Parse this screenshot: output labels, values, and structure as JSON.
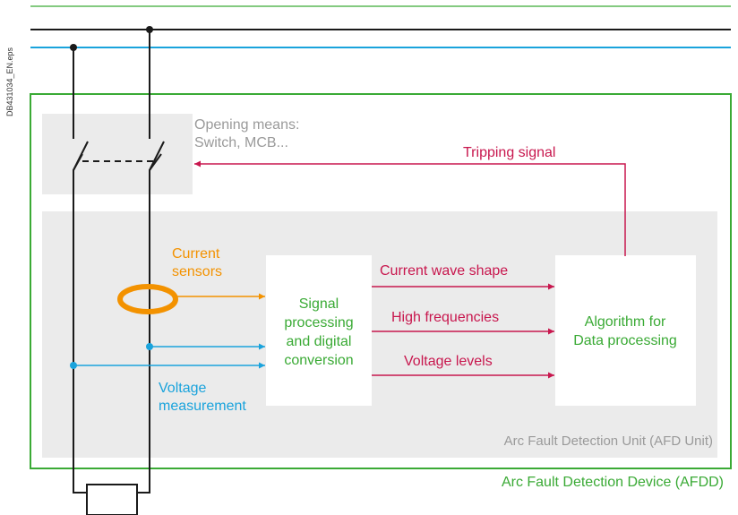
{
  "file_id": "DB431034_EN.eps",
  "opening_means": {
    "line1": "Opening means:",
    "line2": "Switch, MCB..."
  },
  "tripping_signal": "Tripping signal",
  "current_sensors": {
    "line1": "Current",
    "line2": "sensors"
  },
  "signal_processing": {
    "line1": "Signal",
    "line2": "processing",
    "line3": "and digital",
    "line4": "conversion"
  },
  "signals": {
    "wave_shape": "Current wave shape",
    "high_freq": "High frequencies",
    "voltage_levels": "Voltage levels"
  },
  "algorithm": {
    "line1": "Algorithm for",
    "line2": "Data processing"
  },
  "voltage_measurement": {
    "line1": "Voltage",
    "line2": "measurement"
  },
  "afd_unit": "Arc Fault Detection Unit (AFD Unit)",
  "afdd": "Arc Fault Detection Device (AFDD)",
  "colors": {
    "green": "#3aaa35",
    "crimson": "#c8174e",
    "orange": "#f39200",
    "cyan": "#1aa3dc",
    "gray_text": "#9a9a9a",
    "panel": "#ebebeb"
  }
}
